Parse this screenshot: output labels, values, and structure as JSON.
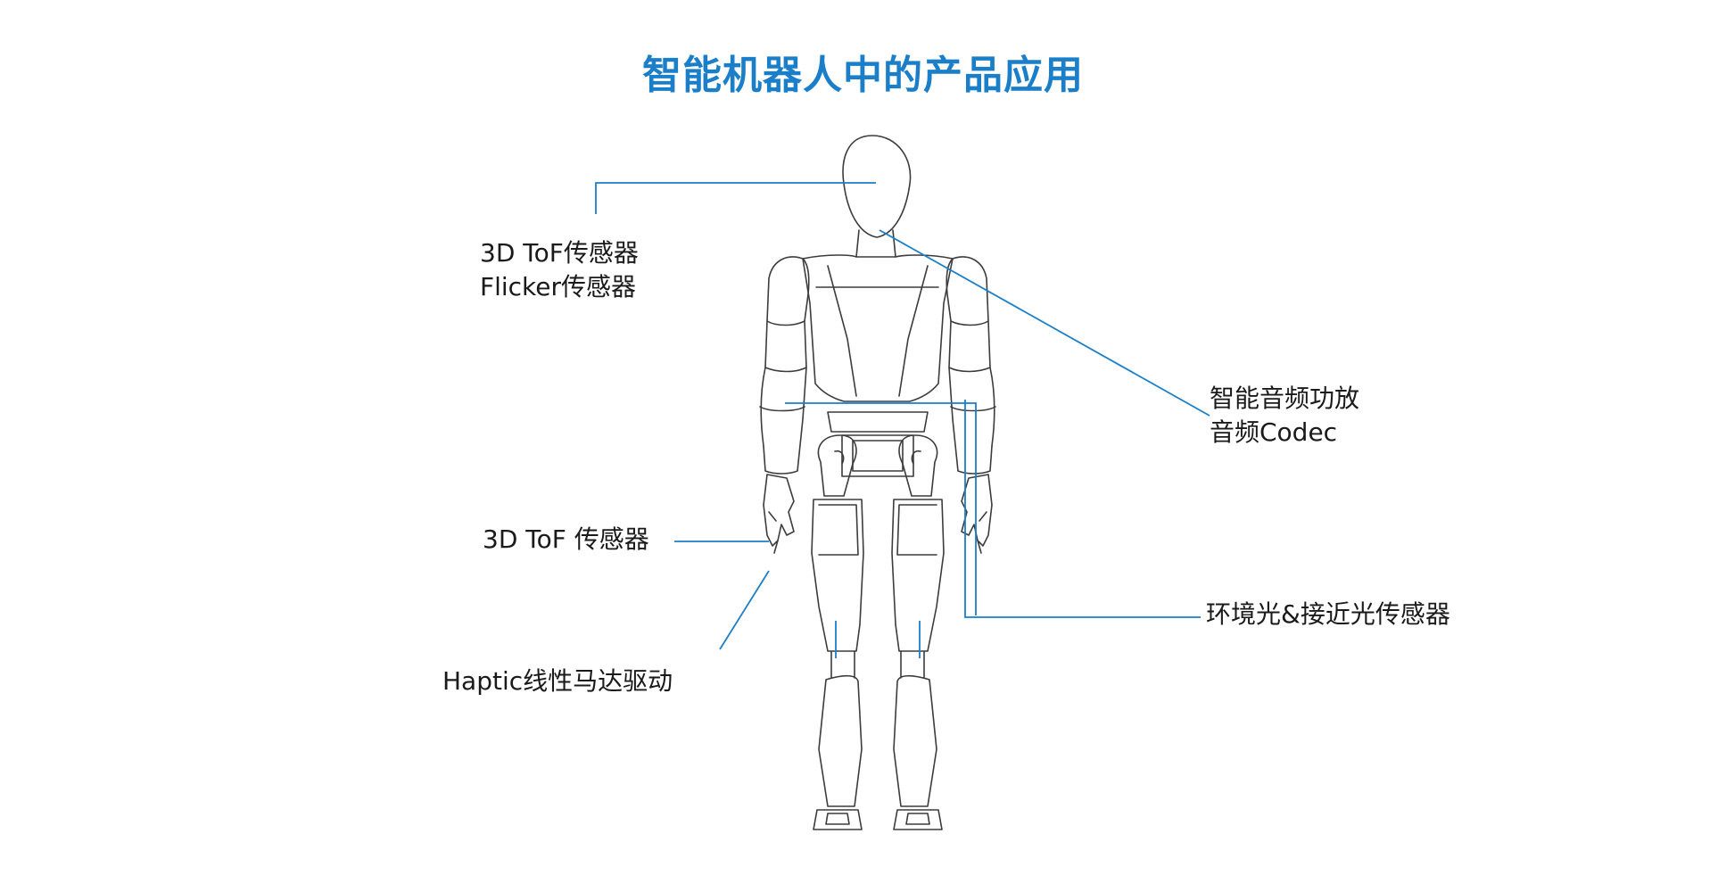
{
  "title": "智能机器人中的产品应用",
  "colors": {
    "title": "#1a7fc8",
    "leader_line": "#1a7fc8",
    "outline": "#3c3c3c"
  },
  "labels": {
    "head_1": "3D ToF传感器",
    "head_2": "Flicker传感器",
    "audio_1": "智能音频功放",
    "audio_2": "音频Codec",
    "hand_tof": "3D ToF 传感器",
    "ambient": "环境光&接近光传感器",
    "haptic": "Haptic线性马达驱动"
  }
}
